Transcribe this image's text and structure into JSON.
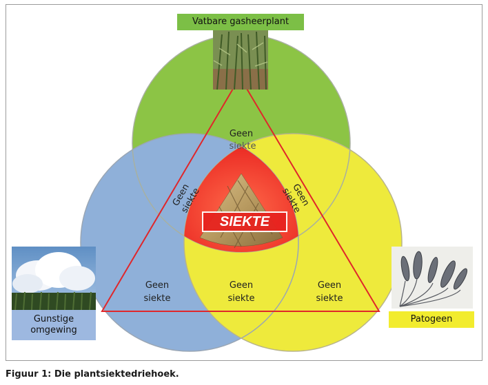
{
  "diagram": {
    "host_label": "Vatbare gasheerplant",
    "environment_label": "Gunstige omgewing",
    "pathogen_label": "Patogeen",
    "center_label": "SIEKTE",
    "no_disease_line1": "Geen",
    "no_disease_line2": "siekte"
  },
  "caption": "Figuur 1: Die plantsiektedriehoek.",
  "colors": {
    "host_circle": "#8cc445",
    "environment_circle": "#8fb0d9",
    "pathogen_circle": "#eeea3c",
    "triangle_line": "#e0262a",
    "disease_center": "#e8231f",
    "host_tag": "#7cbf46",
    "environment_tag": "#9db8e0",
    "pathogen_tag": "#f2ec2e"
  },
  "icons": {
    "host_photo": "maize-field-photo",
    "environment_photo": "cloud-sky-photo",
    "pathogen_photo": "fungal-spores-illustration",
    "center_photo": "diseased-straw-photo"
  }
}
